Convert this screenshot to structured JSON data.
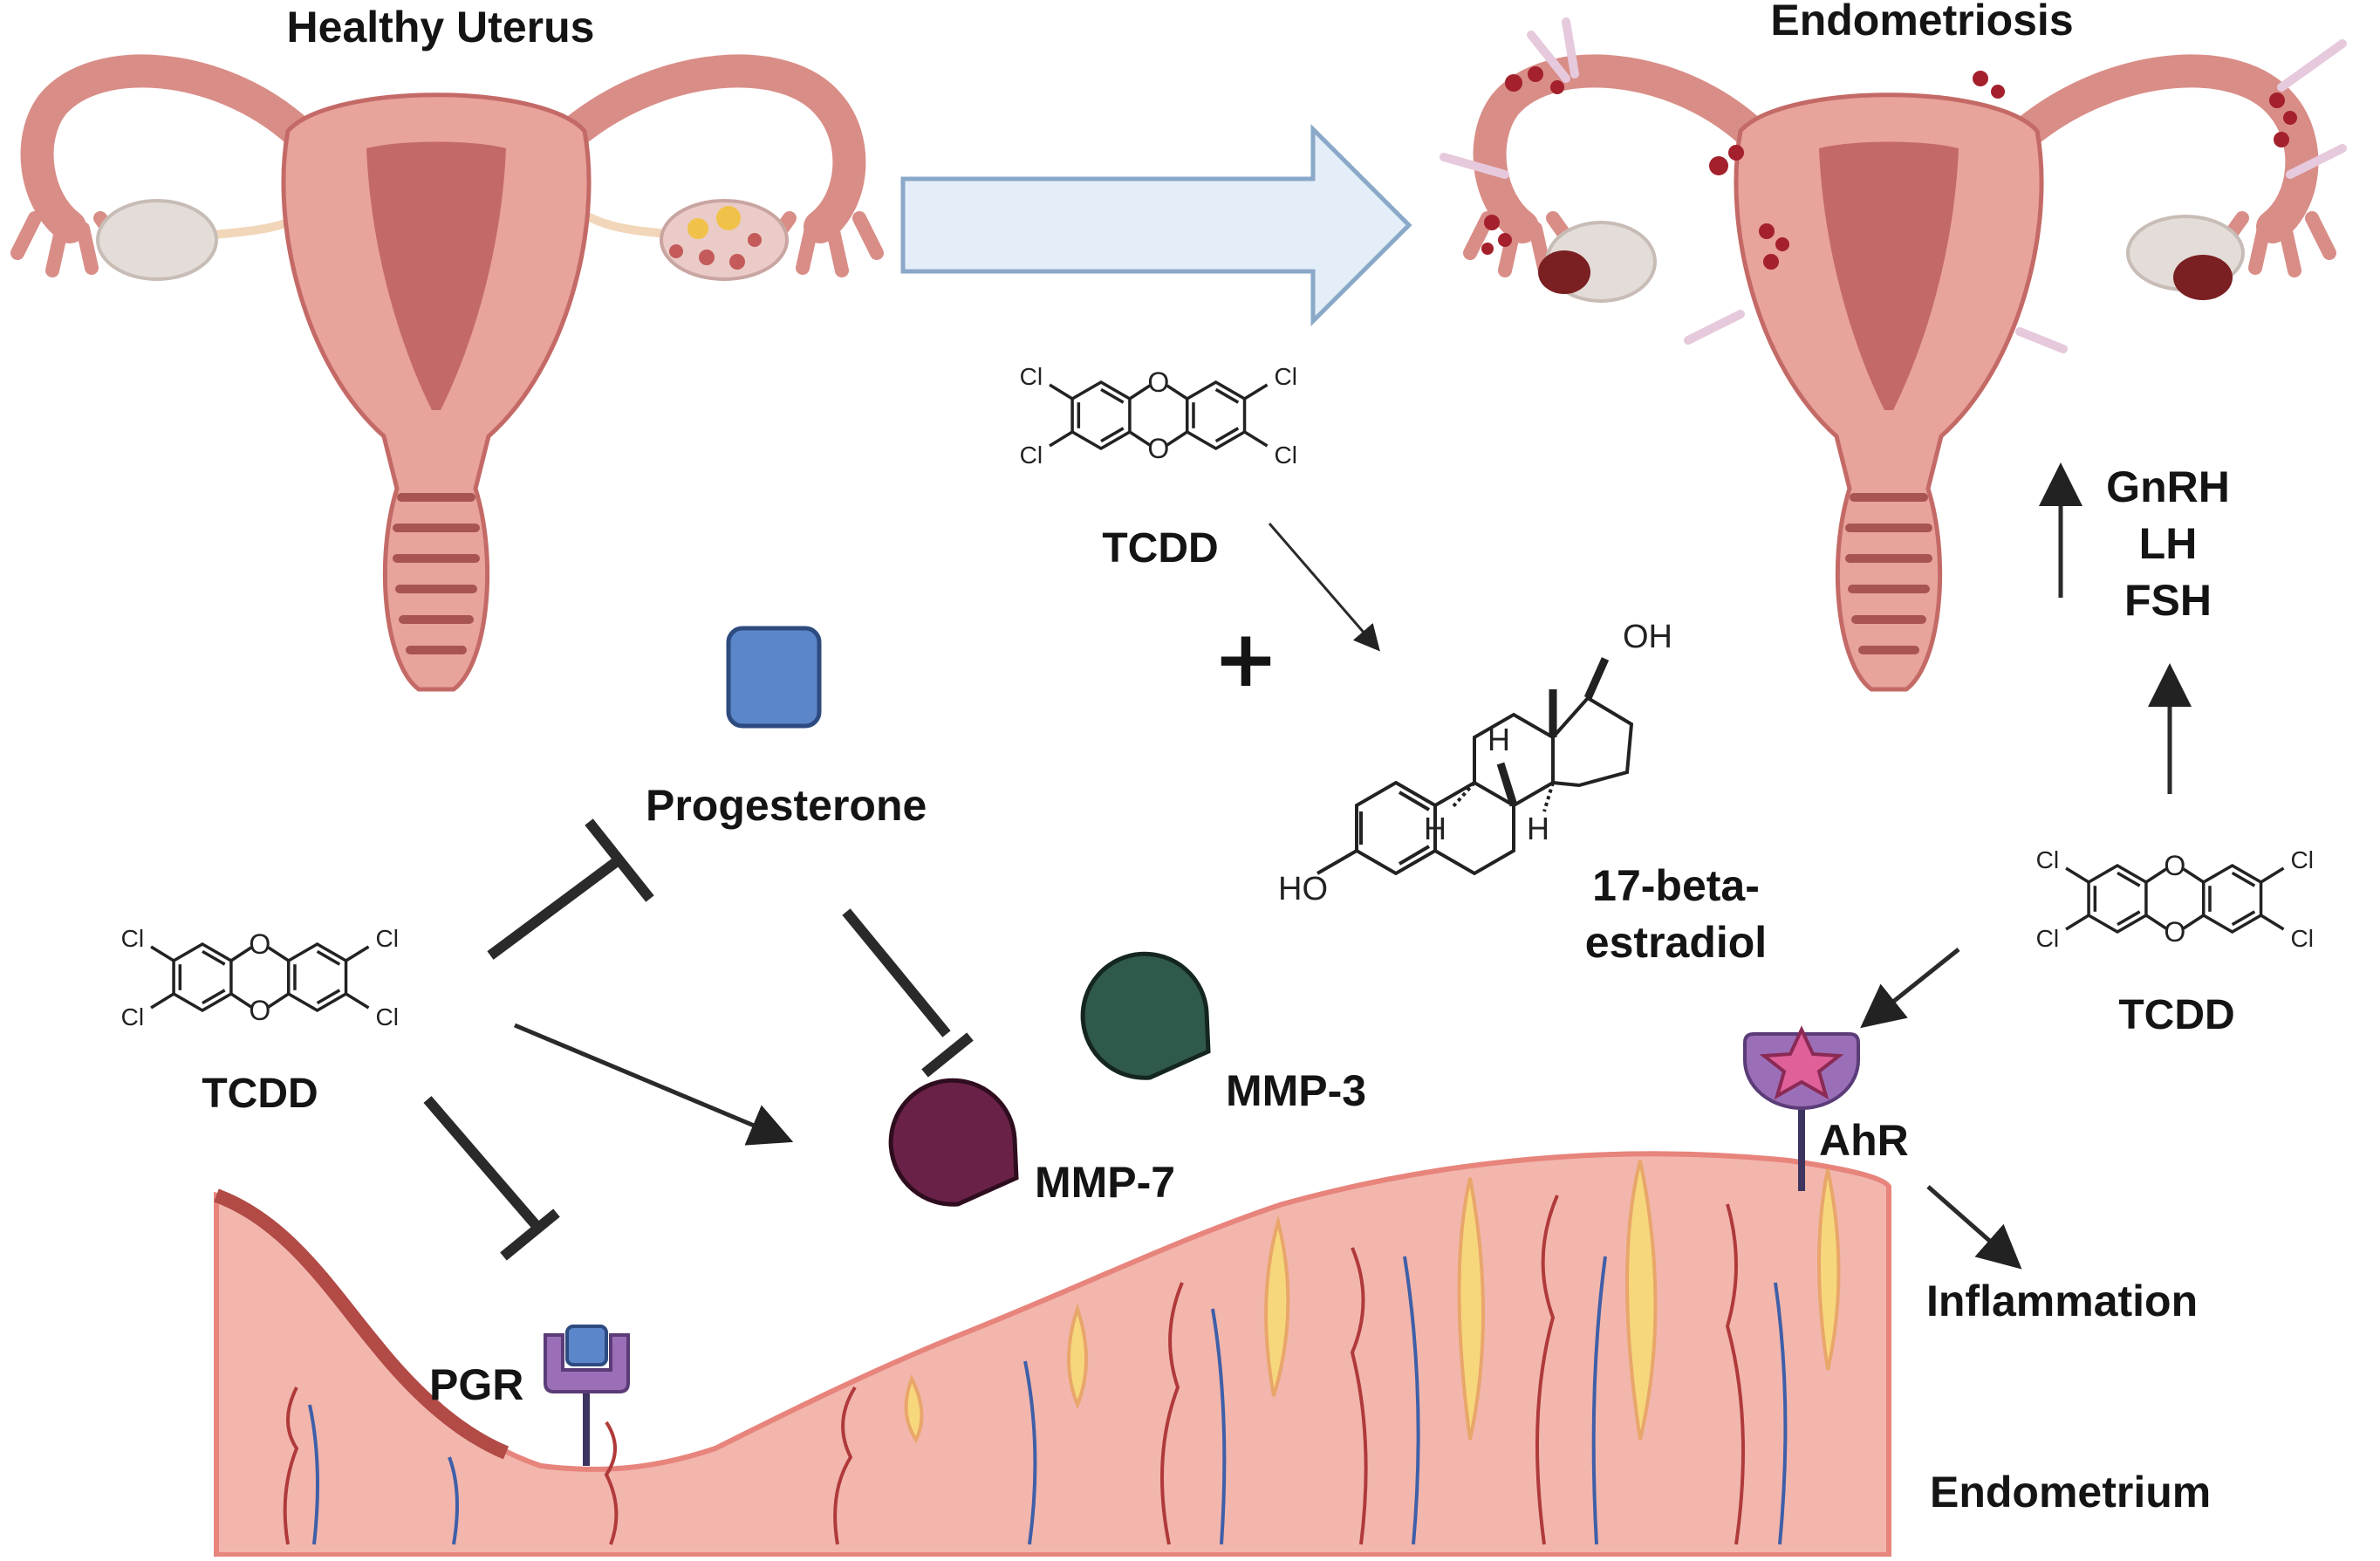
{
  "titles": {
    "healthy": "Healthy Uterus",
    "disease": "Endometriosis"
  },
  "labels": {
    "tcdd_top": "TCDD",
    "tcdd_left": "TCDD",
    "tcdd_right": "TCDD",
    "plus": "+",
    "progesterone": "Progesterone",
    "estradiol_line1": "17-beta-",
    "estradiol_line2": "estradiol",
    "mmp3": "MMP-3",
    "mmp7": "MMP-7",
    "ahr": "AhR",
    "pgr": "PGR",
    "inflammation": "Inflammation",
    "endometrium": "Endometrium",
    "hormones": [
      "GnRH",
      "LH",
      "FSH"
    ]
  },
  "chem": {
    "cl": "Cl",
    "o": "O",
    "oh": "OH",
    "ho": "HO",
    "h": "H"
  },
  "colors": {
    "uterus": "#e8a39b",
    "uterus_dark": "#c46a66",
    "big_arrow_fill": "#e4eef8",
    "big_arrow_stroke": "#8aa8c8",
    "progesterone": "#5b86c9",
    "mmp3": "#2f5a4b",
    "mmp7": "#6a2148",
    "receptor": "#9b6fb7",
    "ahr_star": "#e0609a",
    "tissue": "#f2b6ad",
    "gland": "#f7d77c",
    "vessel_red": "#b03a3a",
    "vessel_blue": "#3f5fa8"
  }
}
